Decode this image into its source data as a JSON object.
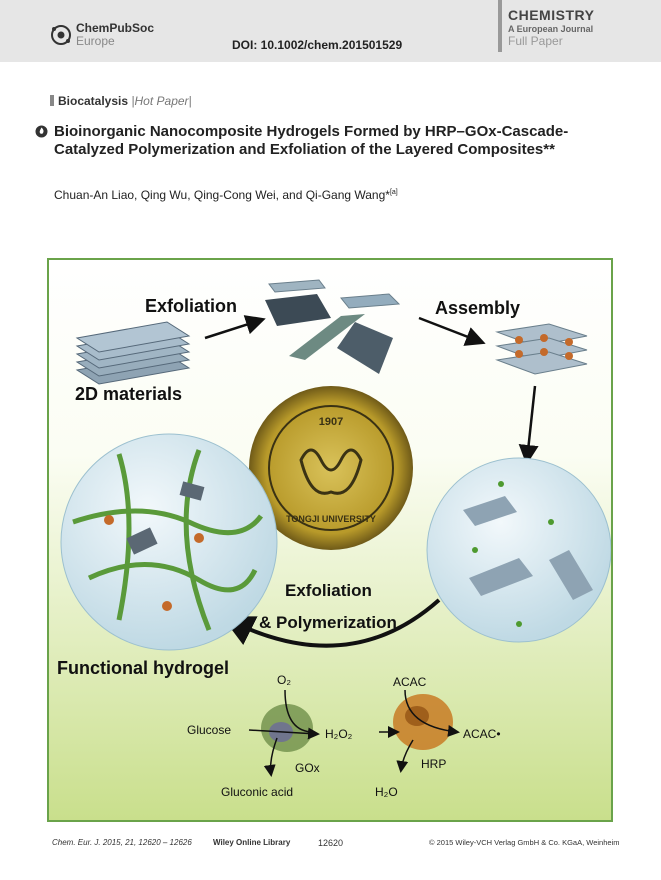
{
  "header": {
    "logo": {
      "name": "ChemPubSoc",
      "sub": "Europe"
    },
    "doi": "DOI: 10.1002/chem.201501529",
    "journal": {
      "title": "CHEMISTRY",
      "subtitle": "A European Journal",
      "type": "Full Paper"
    }
  },
  "article": {
    "category": "Biocatalysis",
    "tag": "|Hot Paper|",
    "title": "Bioinorganic Nanocomposite Hydrogels Formed by HRP–GOx-Cascade-Catalyzed Polymerization and Exfoliation of the Layered Composites**",
    "authors": "Chuan-An Liao, Qing Wu, Qing-Cong Wei, and Qi-Gang Wang*",
    "authors_sup": "[a]"
  },
  "figure": {
    "labels": {
      "exfoliation": "Exfoliation",
      "assembly": "Assembly",
      "materials": "2D materials",
      "exfol_poly_1": "Exfoliation",
      "exfol_poly_2": "& Polymerization",
      "hydrogel": "Functional hydrogel",
      "o2": "O₂",
      "acac": "ACAC",
      "glucose": "Glucose",
      "h2o2": "H₂O₂",
      "acac_radical": "ACAC•",
      "gox": "GOx",
      "hrp": "HRP",
      "gluconic": "Gluconic acid",
      "h2o": "H₂O",
      "seal_year": "1907",
      "seal_text": "TONGJI UNIVERSITY"
    },
    "colors": {
      "border": "#6aa34a",
      "bg_top": "#ffffff",
      "bg_bottom": "#c9df8c"
    }
  },
  "footer": {
    "journal": "Chem. Eur. J. 2015, 21, 12620 – 12626",
    "wol": "Wiley Online Library",
    "page": "12620",
    "copyright": "© 2015 Wiley-VCH Verlag GmbH & Co. KGaA, Weinheim"
  }
}
